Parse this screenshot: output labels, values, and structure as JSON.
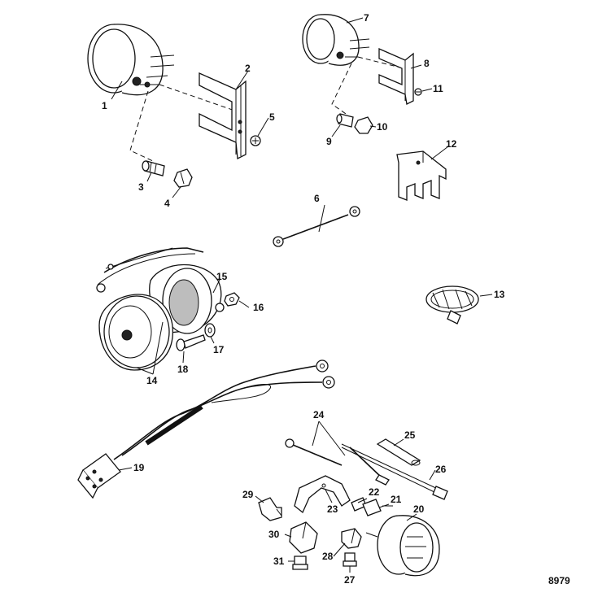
{
  "reference_number": "8979",
  "callouts": [
    "1",
    "2",
    "3",
    "4",
    "5",
    "6",
    "7",
    "8",
    "9",
    "10",
    "11",
    "12",
    "13",
    "14",
    "15",
    "16",
    "17",
    "18",
    "19",
    "20",
    "21",
    "22",
    "23",
    "24",
    "25",
    "26",
    "27",
    "28",
    "29",
    "30",
    "31"
  ]
}
